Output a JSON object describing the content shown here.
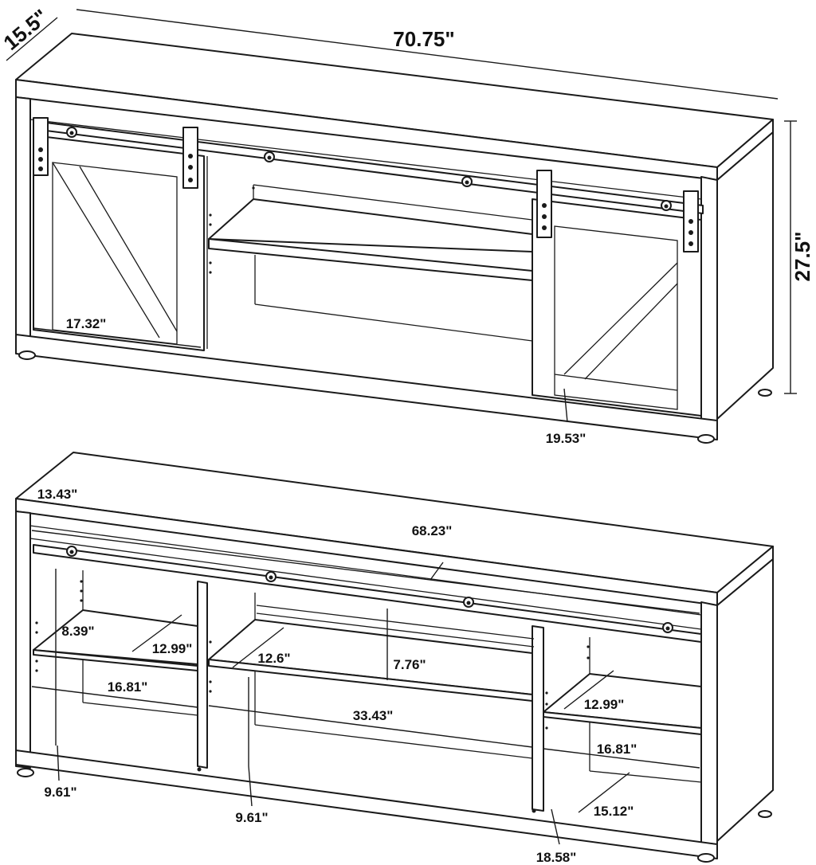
{
  "top_view": {
    "depth": "15.5\"",
    "width": "70.75\"",
    "height": "27.5\"",
    "door_width": "17.32\"",
    "door_height": "19.53\""
  },
  "bottom_view": {
    "inner_depth": "13.43\"",
    "inner_width": "68.23\"",
    "left_upper_height": "8.39\"",
    "left_shelf_depth": "12.99\"",
    "center_shelf_depth": "12.6\"",
    "center_upper_height": "7.76\"",
    "left_width": "16.81\"",
    "center_width": "33.43\"",
    "right_shelf_depth": "12.99\"",
    "right_width": "16.81\"",
    "left_lower_height": "9.61\"",
    "center_lower_height": "9.61\"",
    "right_depth": "15.12\"",
    "right_height": "18.58\""
  }
}
